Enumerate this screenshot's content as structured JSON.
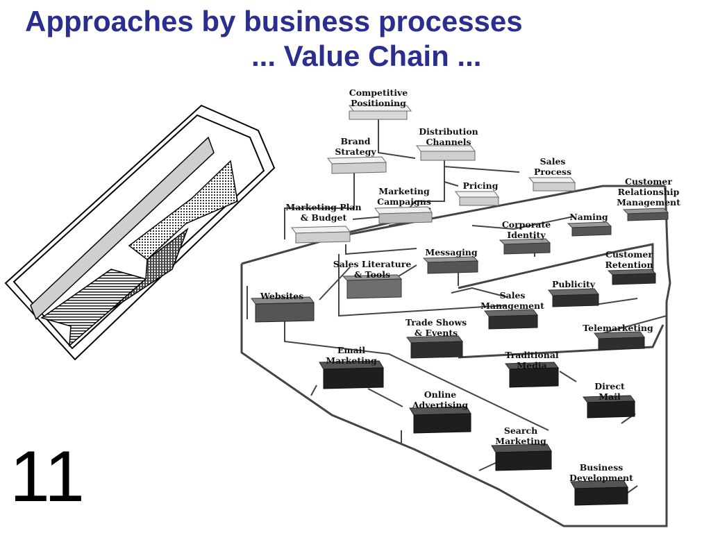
{
  "slide": {
    "title_line1": "Approaches by business processes",
    "title_line2": "...  Value Chain ...",
    "number": "11"
  },
  "diagram": {
    "nodes": [
      {
        "id": "competitive-positioning",
        "lines": [
          "Competitive",
          "Positioning"
        ],
        "tone": "light"
      },
      {
        "id": "brand-strategy",
        "lines": [
          "Brand",
          "Strategy"
        ],
        "tone": "light"
      },
      {
        "id": "distribution-channels",
        "lines": [
          "Distribution",
          "Channels"
        ],
        "tone": "light"
      },
      {
        "id": "sales-process",
        "lines": [
          "Sales",
          "Process"
        ],
        "tone": "light"
      },
      {
        "id": "pricing",
        "lines": [
          "Pricing"
        ],
        "tone": "light"
      },
      {
        "id": "marketing-campaigns",
        "lines": [
          "Marketing",
          "Campaigns"
        ],
        "tone": "light"
      },
      {
        "id": "marketing-plan-budget",
        "lines": [
          "Marketing Plan",
          "& Budget"
        ],
        "tone": "light"
      },
      {
        "id": "customer-relationship-management",
        "lines": [
          "Customer",
          "Relationship",
          "Management"
        ],
        "tone": "mid"
      },
      {
        "id": "naming",
        "lines": [
          "Naming"
        ],
        "tone": "mid"
      },
      {
        "id": "corporate-identity",
        "lines": [
          "Corporate",
          "Identity"
        ],
        "tone": "mid"
      },
      {
        "id": "messaging",
        "lines": [
          "Messaging"
        ],
        "tone": "mid"
      },
      {
        "id": "sales-literature-tools",
        "lines": [
          "Sales Literature",
          "& Tools"
        ],
        "tone": "mid"
      },
      {
        "id": "customer-retention",
        "lines": [
          "Customer",
          "Retention"
        ],
        "tone": "dark"
      },
      {
        "id": "publicity",
        "lines": [
          "Publicity"
        ],
        "tone": "dark"
      },
      {
        "id": "sales-management",
        "lines": [
          "Sales",
          "Management"
        ],
        "tone": "dark"
      },
      {
        "id": "websites",
        "lines": [
          "Websites"
        ],
        "tone": "mid"
      },
      {
        "id": "trade-shows-events",
        "lines": [
          "Trade Shows",
          "& Events"
        ],
        "tone": "dark"
      },
      {
        "id": "telemarketing",
        "lines": [
          "Telemarketing"
        ],
        "tone": "dark"
      },
      {
        "id": "email-marketing",
        "lines": [
          "Email",
          "Marketing"
        ],
        "tone": "dark"
      },
      {
        "id": "traditional-media",
        "lines": [
          "Traditional",
          "Media"
        ],
        "tone": "dark"
      },
      {
        "id": "direct-mail",
        "lines": [
          "Direct",
          "Mail"
        ],
        "tone": "dark"
      },
      {
        "id": "online-advertising",
        "lines": [
          "Online",
          "Advertising"
        ],
        "tone": "dark"
      },
      {
        "id": "search-marketing",
        "lines": [
          "Search",
          "Marketing"
        ],
        "tone": "dark"
      },
      {
        "id": "business-development",
        "lines": [
          "Business",
          "Development"
        ],
        "tone": "dark"
      }
    ]
  }
}
